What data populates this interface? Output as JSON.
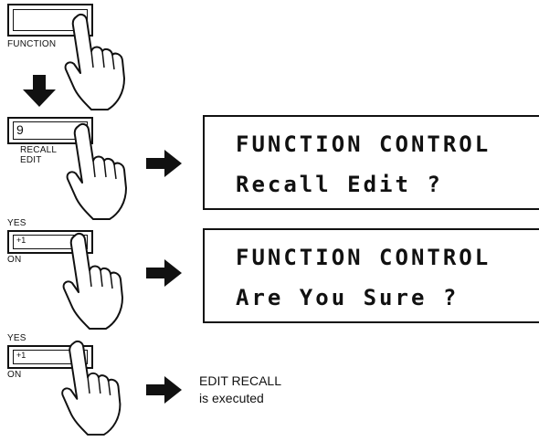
{
  "steps": [
    {
      "button_label": "FUNCTION",
      "button_value": ""
    },
    {
      "button_value": "9",
      "button_label_line1": "RECALL",
      "button_label_line2": "EDIT",
      "display": {
        "line1": "FUNCTION CONTROL",
        "line2": "Recall Edit ?"
      }
    },
    {
      "top_label": "YES",
      "button_value": "+1",
      "bottom_label": "ON",
      "display": {
        "line1": "FUNCTION CONTROL",
        "line2": "Are You Sure ?"
      }
    },
    {
      "top_label": "YES",
      "button_value": "+1",
      "bottom_label": "ON",
      "result": {
        "line1": "EDIT RECALL",
        "line2": "is executed"
      }
    }
  ],
  "icons": {
    "press": "pointing-hand-icon",
    "next": "arrow-down-icon",
    "result": "arrow-right-icon"
  }
}
